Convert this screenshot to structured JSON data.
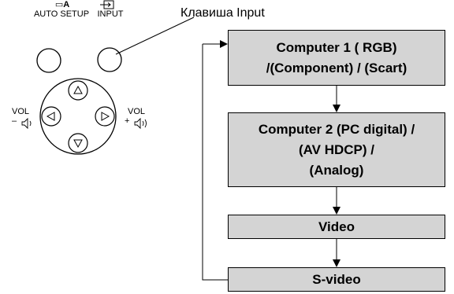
{
  "callout": "Клавиша Input",
  "keys": {
    "auto_setup_icon_text": "A",
    "auto_setup_label": "AUTO SETUP",
    "input_label": "INPUT"
  },
  "volume": {
    "left_label": "VOL",
    "left_sign": "–",
    "right_label": "VOL",
    "right_sign": "+"
  },
  "flow": [
    {
      "lines": [
        "Computer 1 ( RGB)",
        "/(Component) / (Scart)"
      ]
    },
    {
      "lines": [
        "Computer 2 (PC digital) /",
        "(AV HDCP) /",
        "(Analog)"
      ]
    },
    {
      "lines": [
        "Video"
      ]
    },
    {
      "lines": [
        "S-video"
      ]
    }
  ]
}
